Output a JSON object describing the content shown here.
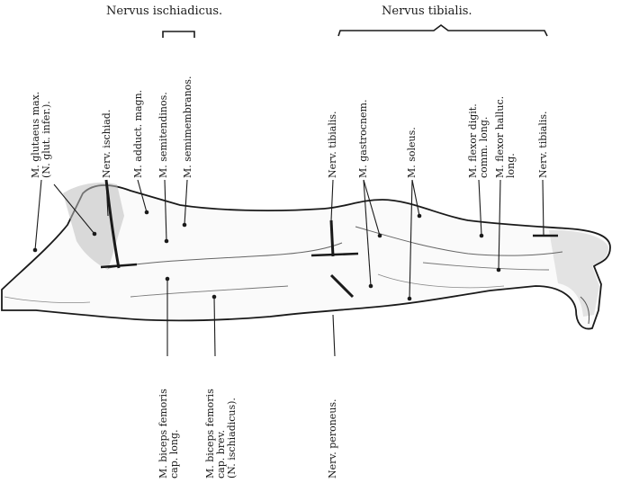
{
  "headers": {
    "ischiadicus": "Nervus ischiadicus.",
    "tibialis": "Nervus tibialis."
  },
  "labels_top": {
    "glutaeus_1": "M. glutaeus max.",
    "glutaeus_2": "(N. glut. infer.).",
    "nerv_ischiad": "Nerv. ischiad.",
    "adduct": "M. adduct. magn.",
    "semitendinos": "M. semitendinos.",
    "semimembranos": "M. semimembranos.",
    "nerv_tibialis_1": "Nerv. tibialis.",
    "gastrocnem": "M. gastrocnem.",
    "soleus": "M. soleus.",
    "flexor_digit_1": "M. flexor digit.",
    "flexor_digit_2": "comm. long.",
    "flexor_halluc_1": "M. flexor halluc.",
    "flexor_halluc_2": "long.",
    "nerv_tibialis_2": "Nerv. tibialis."
  },
  "labels_bottom": {
    "biceps_long_1": "M. biceps femoris",
    "biceps_long_2": "cap. long.",
    "biceps_brev_1": "M. biceps femoris",
    "biceps_brev_2": "cap. brev.",
    "biceps_brev_3": "(N. ischiadicus).",
    "peroneus": "Nerv. peroneus."
  },
  "colors": {
    "ink": "#1a1a1a",
    "paper": "#ffffff"
  }
}
